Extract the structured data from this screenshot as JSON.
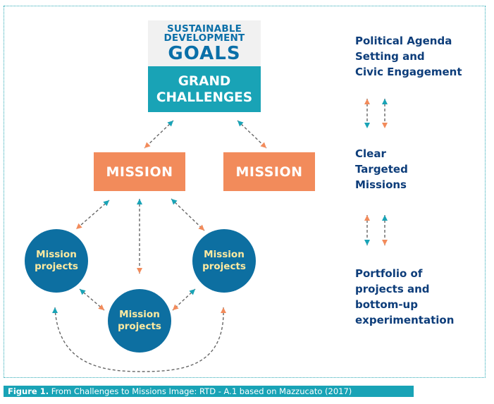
{
  "sdg": {
    "line1": "SUSTAINABLE",
    "line2": "DEVELOPMENT",
    "line3": "GOALS"
  },
  "grand": {
    "line1": "GRAND",
    "line2": "CHALLENGES"
  },
  "missions": [
    "MISSION",
    "MISSION"
  ],
  "projects": [
    {
      "line1": "Mission",
      "line2": "projects"
    },
    {
      "line1": "Mission",
      "line2": "projects"
    },
    {
      "line1": "Mission",
      "line2": "projects"
    }
  ],
  "labels": {
    "top": [
      "Political Agenda",
      "Setting and",
      "Civic Engagement"
    ],
    "middle": [
      "Clear",
      "Targeted",
      "Missions"
    ],
    "bottom": [
      "Portfolio of",
      "projects and",
      "bottom-up",
      "experimentation"
    ]
  },
  "caption": {
    "figure": "Figure 1.",
    "text": " From Challenges to Missions Image: RTD - A.1 based on Mazzucato (2017)"
  },
  "colors": {
    "teal": "#19a3b6",
    "orange": "#f28b5b",
    "blue": "#0d6fa1",
    "navy": "#0d3d7a",
    "yellow": "#ffeaa0"
  }
}
